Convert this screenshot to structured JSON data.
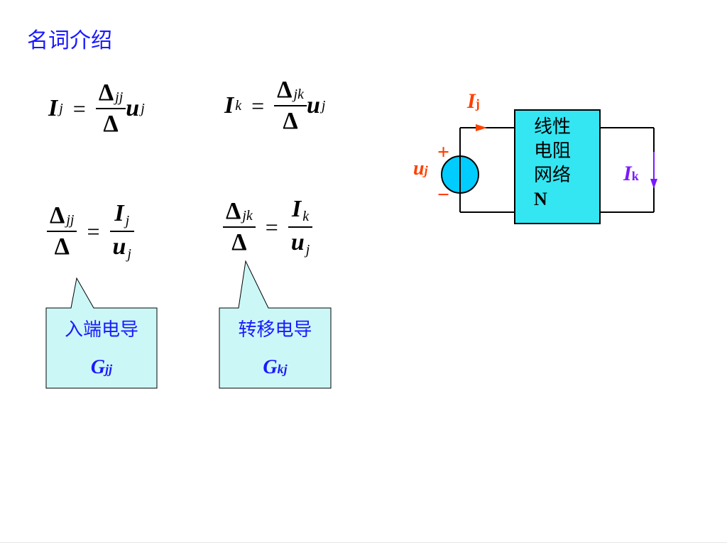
{
  "title": "名词介绍",
  "formulas": {
    "f1": {
      "lhs_var": "I",
      "lhs_sub": "j",
      "eq": "=",
      "num_delta": "Δ",
      "num_sub": "jj",
      "den": "Δ",
      "rhs_var": "u",
      "rhs_sub": "j"
    },
    "f2": {
      "lhs_var": "I",
      "lhs_sub": "k",
      "eq": "=",
      "num_delta": "Δ",
      "num_sub": "jk",
      "den": "Δ",
      "rhs_var": "u",
      "rhs_sub": "j"
    },
    "f3": {
      "num_delta": "Δ",
      "num_sub": "jj",
      "den": "Δ",
      "eq": "=",
      "r_num_var": "I",
      "r_num_sub": "j",
      "r_den_var": "u",
      "r_den_sub": "j"
    },
    "f4": {
      "num_delta": "Δ",
      "num_sub": "jk",
      "den": "Δ",
      "eq": "=",
      "r_num_var": "I",
      "r_num_sub": "k",
      "r_den_var": "u",
      "r_den_sub": "j"
    }
  },
  "callouts": [
    {
      "label": "入端电导",
      "sym": "G",
      "sym_sub": "jj"
    },
    {
      "label": "转移电导",
      "sym": "G",
      "sym_sub": "kj"
    }
  ],
  "circuit": {
    "network_lines": [
      "线性",
      "电阻",
      "网络"
    ],
    "network_n": "N",
    "ij_var": "I",
    "ij_sub": "j",
    "uj_var": "u",
    "uj_sub": "j",
    "ik_var": "I",
    "ik_sub": "k",
    "plus": "+",
    "minus": "−"
  },
  "colors": {
    "title": "#1a1aff",
    "callout_fill": "#ccf7f7",
    "network_fill": "#33e6f2",
    "source_fill": "#00ccff",
    "orange": "#ff4000",
    "purple": "#7a1aff"
  }
}
